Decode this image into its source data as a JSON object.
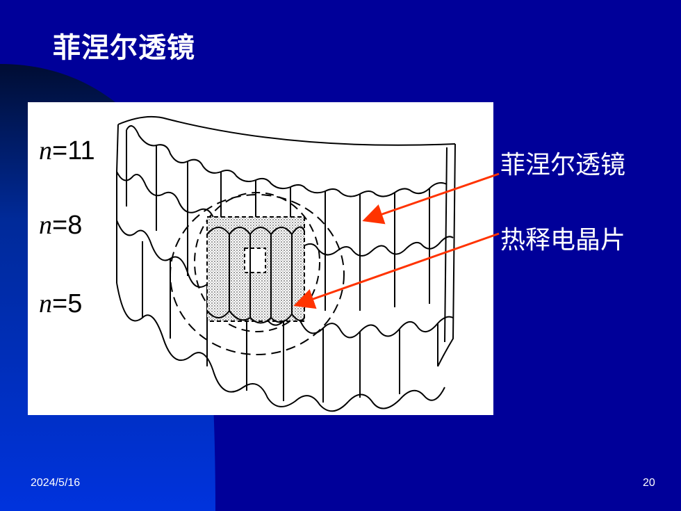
{
  "slide": {
    "title": "菲涅尔透镜",
    "date": "2024/5/16",
    "page_number": "20"
  },
  "figure": {
    "labels": [
      {
        "var": "n",
        "text": "=11"
      },
      {
        "var": "n",
        "text": "=8"
      },
      {
        "var": "n",
        "text": "=5"
      }
    ],
    "callouts": {
      "lens": "菲涅尔透镜",
      "crystal": "热释电晶片"
    }
  },
  "colors": {
    "background": "#000099",
    "accent_left": "#0033cc",
    "arrow": "#ff3300",
    "text": "#ffffff"
  }
}
